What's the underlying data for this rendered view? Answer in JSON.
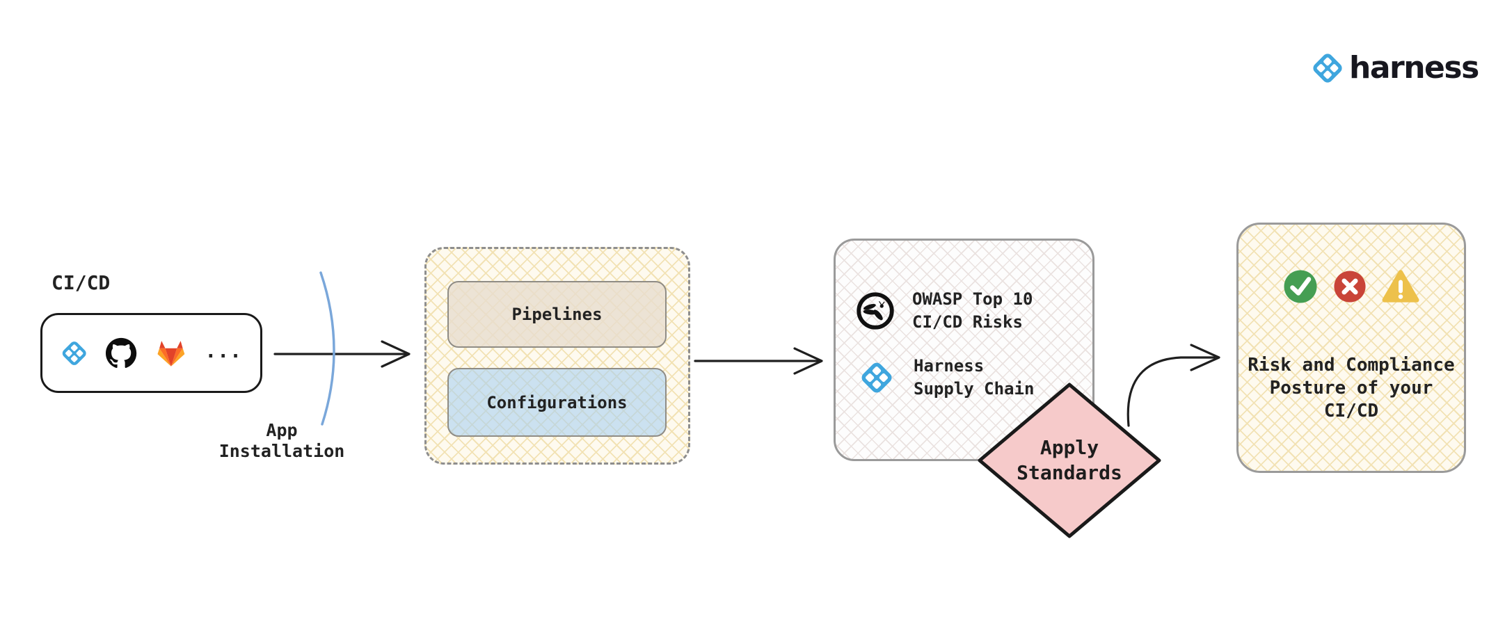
{
  "colors": {
    "harness_blue": "#3FA6DE",
    "diamond_pink": "#F6CACA",
    "success_green": "#459E53",
    "error_red": "#C94438",
    "warning_amber": "#EDC14B",
    "connector_black": "#1f1f1f",
    "install_curve_blue": "#7AA7DA"
  },
  "brand": {
    "wordmark": "harness"
  },
  "cicd_source": {
    "label": "CI/CD",
    "icons": [
      "harness-icon",
      "github-icon",
      "gitlab-icon"
    ],
    "more_indicator": "..."
  },
  "app_installation": {
    "line1": "App",
    "line2": "Installation"
  },
  "ingest_group": {
    "pipelines_label": "Pipelines",
    "configurations_label": "Configurations"
  },
  "analysis": {
    "owasp_icon": "owasp-wasp-icon",
    "owasp_line1": "OWASP Top 10",
    "owasp_line2": "CI/CD Risks",
    "harness_icon": "harness-icon",
    "harness_line1": "Harness",
    "harness_line2": "Supply Chain"
  },
  "apply_standards": {
    "line1": "Apply",
    "line2": "Standards"
  },
  "outcome": {
    "icons": [
      "check-circle-icon",
      "cross-circle-icon",
      "warning-triangle-icon"
    ],
    "line1": "Risk and Compliance",
    "line2": "Posture of your",
    "line3": "CI/CD"
  }
}
